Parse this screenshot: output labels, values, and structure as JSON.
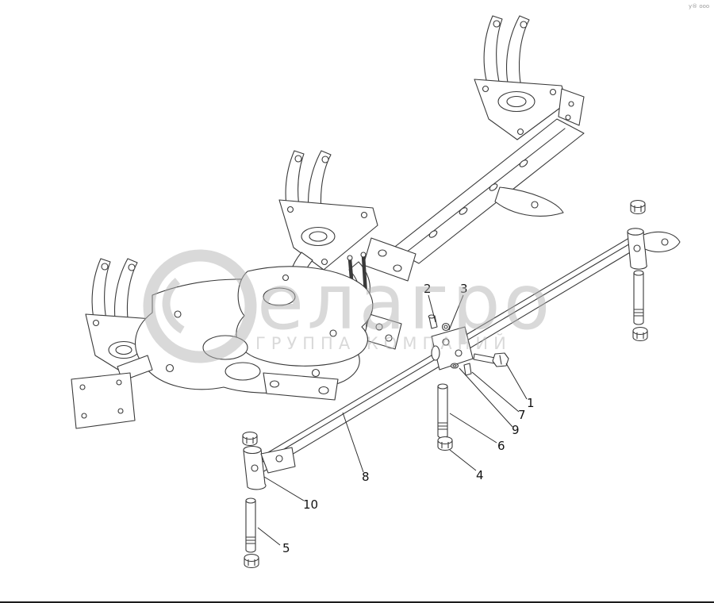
{
  "colors": {
    "line": "#3a3a3a",
    "leader": "#2e2e2e",
    "watermark": "#b5b5b5",
    "background": "#ffffff",
    "label_text": "#111111"
  },
  "watermark": {
    "brand": "елагро",
    "subtitle": "ГРУППА КОМПАНИЙ",
    "corner_text": "у® ооо"
  },
  "callouts": [
    {
      "label": "1"
    },
    {
      "label": "2"
    },
    {
      "label": "3"
    },
    {
      "label": "4"
    },
    {
      "label": "5"
    },
    {
      "label": "6"
    },
    {
      "label": "7"
    },
    {
      "label": "8"
    },
    {
      "label": "9"
    },
    {
      "label": "10"
    }
  ]
}
